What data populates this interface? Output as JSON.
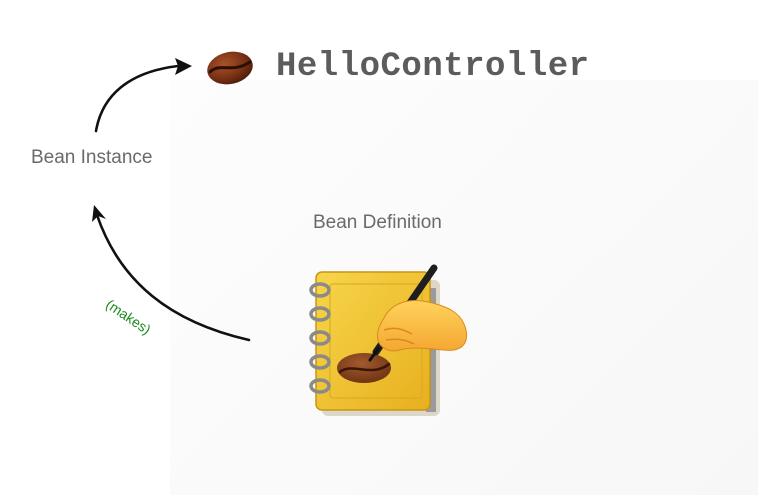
{
  "title": "HelloController",
  "nodes": {
    "instance_label": "Bean Instance",
    "definition_label": "Bean Definition"
  },
  "edge": {
    "label": "(makes)"
  },
  "colors": {
    "title": "#5c5c5c",
    "label": "#6a6a6a",
    "edge_label": "#1f8a1f",
    "arrow": "#111111",
    "bean": "#7a3316",
    "notebook": "#f2c230"
  },
  "icons": {
    "bean": "coffee-bean-icon",
    "notebook": "notebook-with-pen-icon"
  }
}
